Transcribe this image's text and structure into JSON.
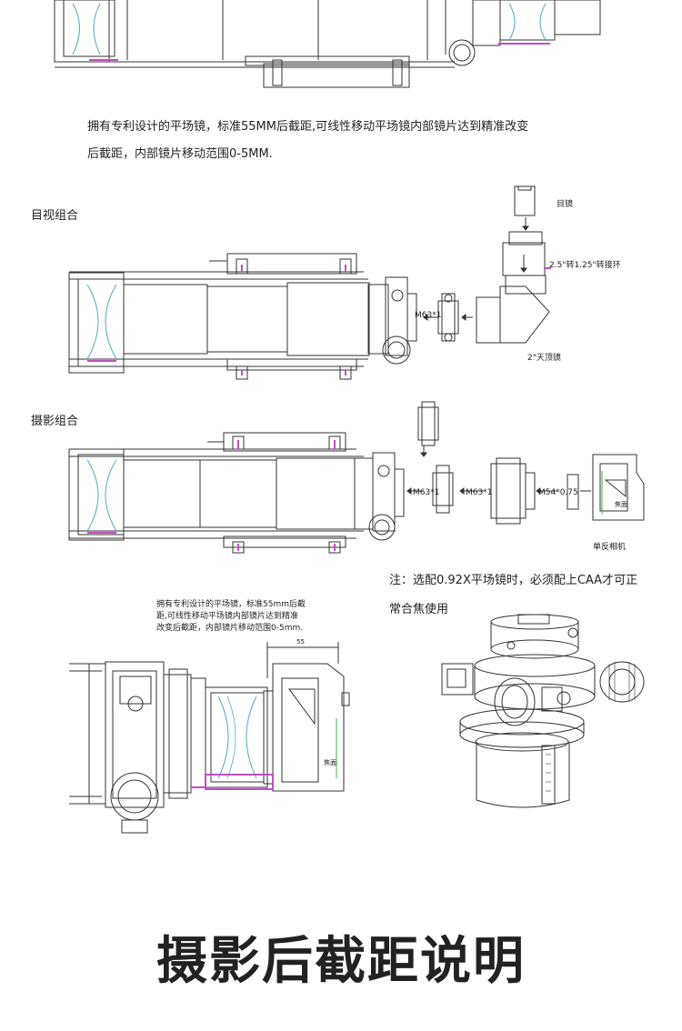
{
  "description": {
    "line1": "拥有专利设计的平场镜，标准55MM后截距,可线性移动平场镜内部镜片达到精准改变",
    "line2": "后截距，内部镜片移动范围0-5MM."
  },
  "visual": {
    "title": "目视组合",
    "eyepiece": "目镜",
    "adapter": "2.5\"转1.25\"转接环",
    "diagonal": "2\"天顶镜",
    "thread": "M63*1"
  },
  "photo": {
    "title": "摄影组合",
    "thread1": "M63*1",
    "thread2": "M63*1",
    "thread3": "M54*0.75",
    "focal_plane": "焦面",
    "camera": "单反相机"
  },
  "note": {
    "line1": "注：选配0.92X平场镜时，必须配上CAA才可正",
    "line2": "常合焦使用"
  },
  "detail": {
    "line1": "拥有专利设计的平场镜，标准55mm后截",
    "line2": "距,可线性移动平场镜内部镜片达到精准",
    "line3": "改变后截距，内部镜片移动范围0-5mm.",
    "dimension": "55",
    "focal_plane": "焦面"
  },
  "footer": {
    "title": "摄影后截距说明"
  },
  "colors": {
    "line": "#333333",
    "lens": "#4fa8c8",
    "accent": "#c050c0",
    "focal": "#3cb043"
  }
}
